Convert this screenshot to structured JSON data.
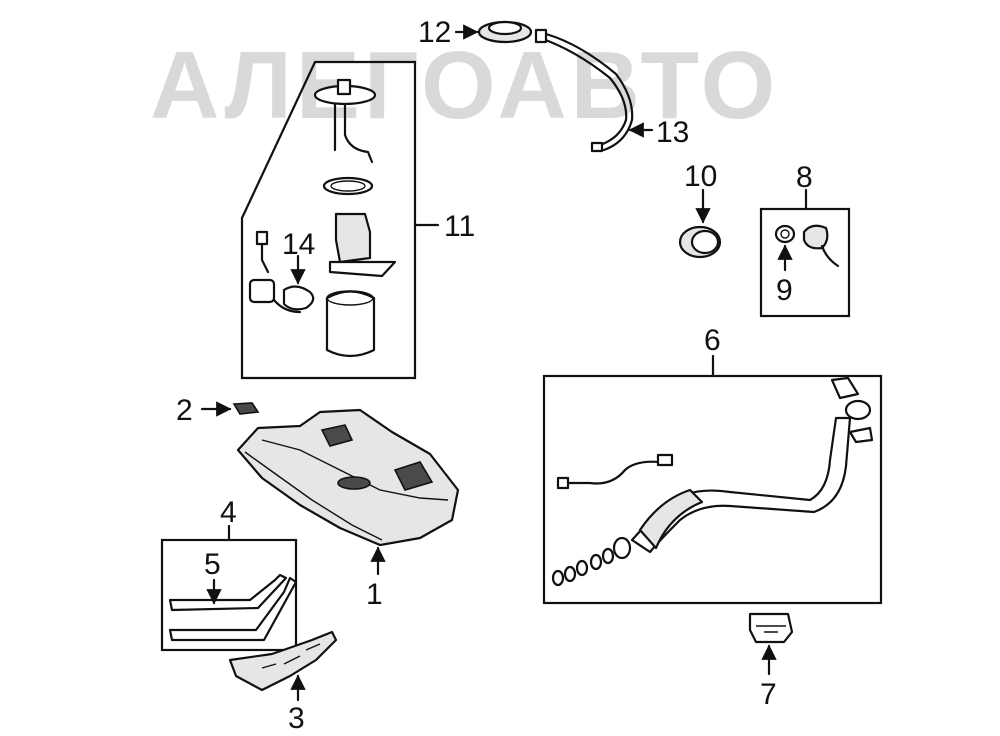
{
  "watermark": {
    "text": "АЛЕГОАВТО"
  },
  "callouts": {
    "c1": "1",
    "c2": "2",
    "c3": "3",
    "c4": "4",
    "c5": "5",
    "c6": "6",
    "c7": "7",
    "c8": "8",
    "c9": "9",
    "c10": "10",
    "c11": "11",
    "c12": "12",
    "c13": "13",
    "c14": "14"
  }
}
